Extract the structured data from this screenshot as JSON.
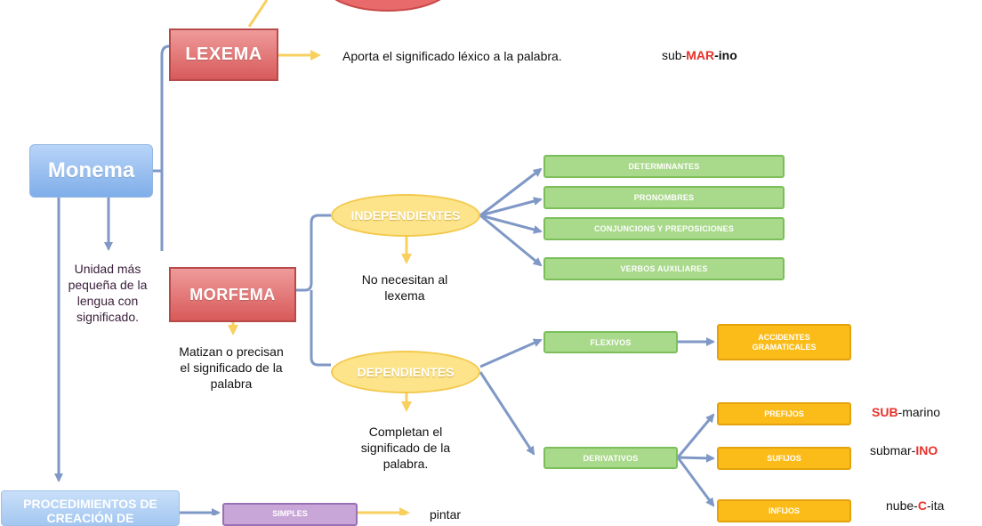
{
  "nodes": {
    "monema": "Monema",
    "lexema": "LEXEMA",
    "morfema": "MORFEMA",
    "independientes": "INDEPENDIENTES",
    "dependientes": "DEPENDIENTES",
    "determinantes": "DETERMINANTES",
    "pronombres": "PRONOMBRES",
    "conjunciones": "CONJUNCIONS Y PREPOSICIONES",
    "verbos_auxiliares": "VERBOS AUXILIARES",
    "flexivos": "FLEXIVOS",
    "accidentes_gramaticales": "ACCIDENTES GRAMATICALES",
    "derivativos": "DERIVATIVOS",
    "prefijos": "PREFIJOS",
    "sufijos": "SUFIJOS",
    "infijos": "INFIJOS",
    "procedimientos": "PROCEDIMIENTOS DE CREACIÓN DE",
    "simples": "SIMPLES"
  },
  "texts": {
    "monema_def": "Unidad más pequeña de la lengua con significado.",
    "lexema_def": "Aporta el significado léxico a la palabra.",
    "morfema_def": "Matizan o precisan el significado de la palabra",
    "independientes_def": "No necesitan al lexema",
    "dependientes_def": "Completan el significado de la palabra.",
    "pintar": "pintar"
  },
  "examples": {
    "lexema": {
      "a": "sub-",
      "b": "MAR",
      "c": "-ino"
    },
    "prefijos": {
      "a": "",
      "b": "SUB",
      "c": "-marino"
    },
    "sufijos": {
      "a": "submar-",
      "b": "INO",
      "c": ""
    },
    "infijos": {
      "a": "nube-",
      "b": "C",
      "c": "-ita"
    }
  },
  "colors": {
    "line": "#7f98c6",
    "arrow_yellow": "#f8d060",
    "red_box": "#d85a5a",
    "blue_box": "#7faee9",
    "ellipse": "#fde48a",
    "green_box": "#a9d98b",
    "orange_box": "#fbbc1a",
    "highlight": "#e8312a"
  }
}
